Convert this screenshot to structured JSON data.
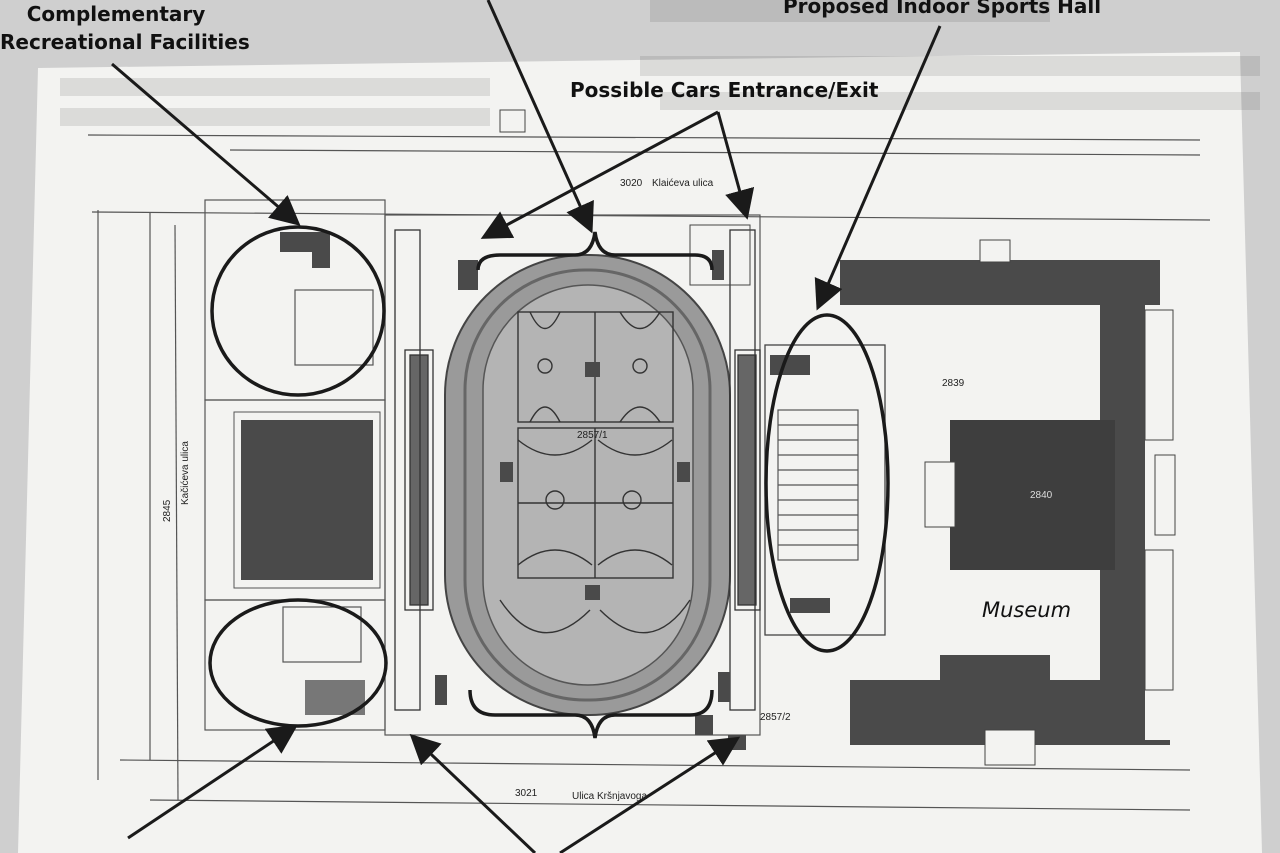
{
  "labels": {
    "complementary_line1": "Complementary",
    "complementary_line2": "Recreational Facilities",
    "cars_entrance": "Possible Cars Entrance/Exit",
    "sports_hall": "Proposed Indoor Sports Hall",
    "museum": "Museum"
  },
  "plan": {
    "street_top": "3020",
    "street_top_name": "Klaićeva ulica",
    "street_bottom": "3021",
    "street_bottom_name": "Ulica Kršnjavoga",
    "street_left": "2845",
    "street_left_name": "Kačićeva ulica",
    "plot_field": "2857/1",
    "plot_hall": "2839",
    "plot_museum": "2840",
    "plot_small": "2857/2"
  },
  "colors": {
    "paper": "#f3f3f1",
    "ink": "#111111",
    "dark_fill": "#4a4a4a",
    "field_fill": "#9a9a9a"
  }
}
